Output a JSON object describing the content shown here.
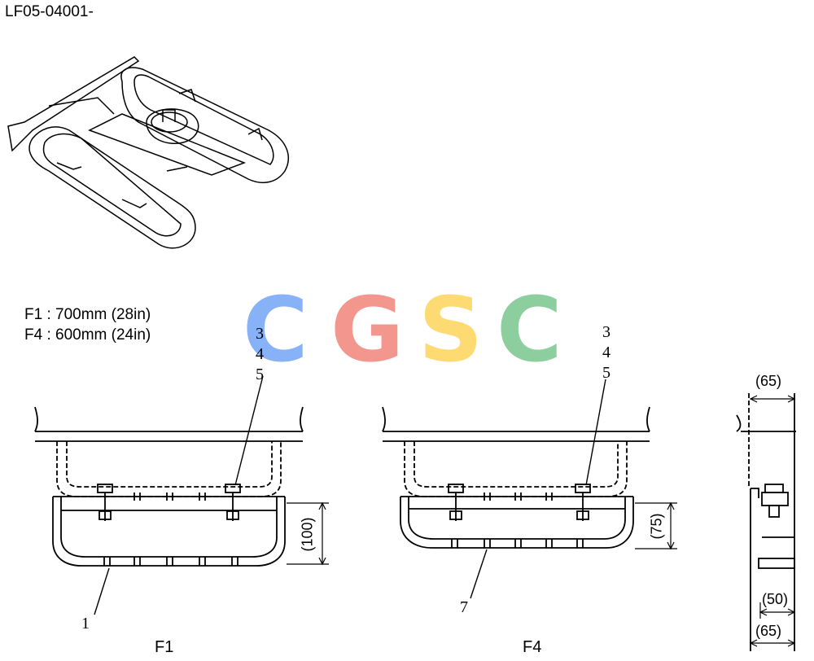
{
  "header": {
    "code": "LF05-04001-"
  },
  "specs": [
    {
      "text": "F1 : 700mm (28in)"
    },
    {
      "text": "F4 : 600mm (24in)"
    }
  ],
  "watermark": {
    "letters": [
      "C",
      "G",
      "S",
      "C"
    ],
    "colors": [
      "#7baaf7",
      "#f28b82",
      "#fdd663",
      "#81c995"
    ]
  },
  "views": {
    "left": "F1",
    "right": "F4"
  },
  "callouts": {
    "f1_parts": [
      "3",
      "4",
      "5"
    ],
    "f1_bottom": "1",
    "f4_parts": [
      "3",
      "4",
      "5"
    ],
    "f4_bottom": "7"
  },
  "dimensions": {
    "f1_height": "(100)",
    "f4_height": "(75)",
    "side_top": "(65)",
    "side_mid": "(50)",
    "side_bottom": "(65)"
  }
}
